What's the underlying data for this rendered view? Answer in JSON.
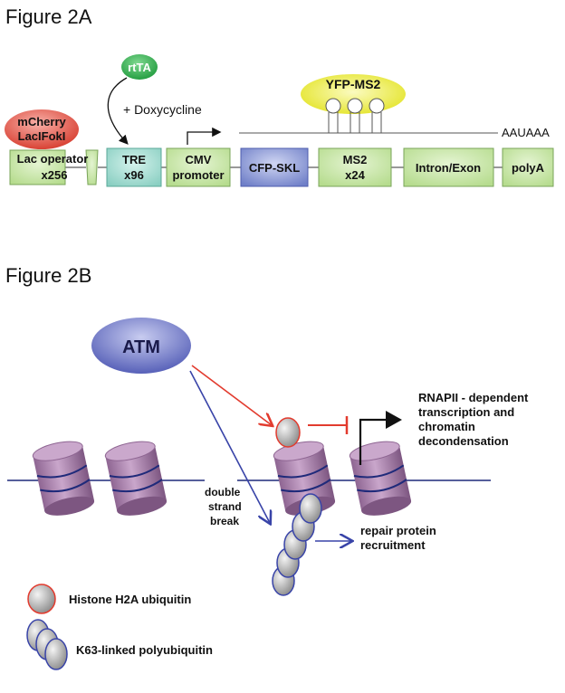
{
  "figure_a": {
    "title": "Figure 2A",
    "rtta": "rtTA",
    "doxycycline": "+ Doxycycline",
    "mcherry_line1": "mCherry",
    "mcherry_line2": "LacIFokI",
    "yfp": "YFP-MS2",
    "polyA_signal": "AAUAAA",
    "boxes": {
      "lac_line1": "Lac operator",
      "lac_line2": "x256",
      "tre_line1": "TRE",
      "tre_line2": "x96",
      "cmv_line1": "CMV",
      "cmv_line2": "promoter",
      "cfp": "CFP-SKL",
      "ms2_line1": "MS2",
      "ms2_line2": "x24",
      "intron": "Intron/Exon",
      "polya": "polyA"
    }
  },
  "figure_b": {
    "title": "Figure 2B",
    "atm": "ATM",
    "rnapii_line1": "RNAPII - dependent",
    "rnapii_line2": "transcription and",
    "rnapii_line3": "chromatin",
    "rnapii_line4": "decondensation",
    "dsb_line1": "double",
    "dsb_line2": "strand",
    "dsb_line3": "break",
    "repair_line1": "repair protein",
    "repair_line2": "recruitment",
    "legend_h2a": "Histone H2A ubiquitin",
    "legend_k63": "K63-linked polyubiquitin"
  },
  "colors": {
    "box_green": "#c6e4a4",
    "tre_teal": "#9ed8cc",
    "cfp_blue": "#7f8fd0",
    "mcherry_red": "#e8483a",
    "rtta_green": "#2faa4a",
    "yfp_yellow": "#ecec2a",
    "atm_blue": "#6670c4",
    "nucleosome_purple": "#a57aa6",
    "dna_line": "#1f2a7a",
    "inhibit_red": "#e23b2e",
    "arrow_blue": "#3944a8"
  }
}
